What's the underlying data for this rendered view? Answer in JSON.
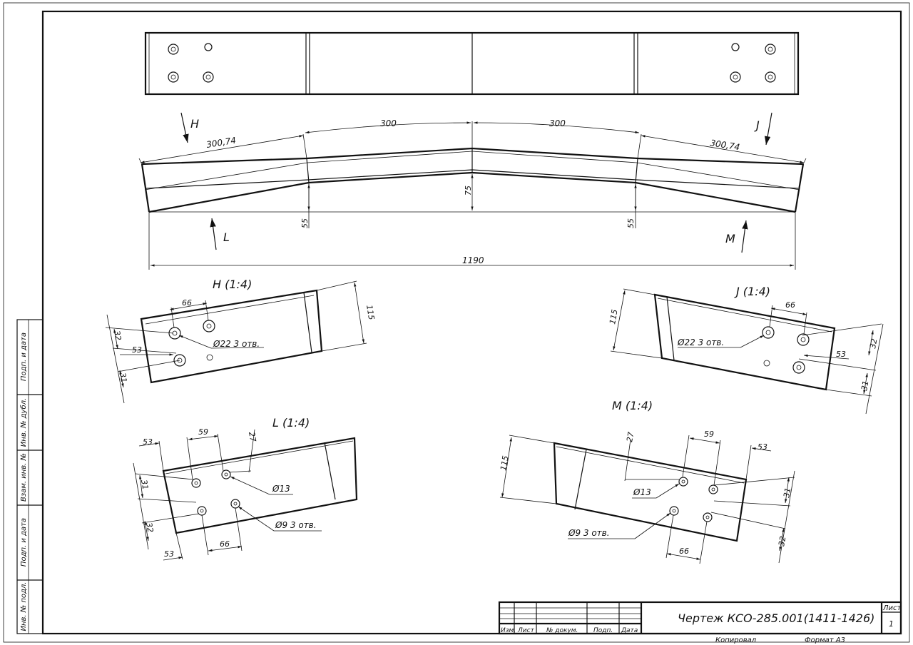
{
  "title_block": {
    "drawing_title": "Чертеж КСО-285.001(1411-1426)",
    "sheet_label": "Лист",
    "sheet_number": "1",
    "col_izm": "Изм.",
    "col_list": "Лист",
    "col_doc": "№ докум.",
    "col_sign": "Подп.",
    "col_date": "Дата",
    "copied": "Копировал",
    "format": "Формат А3"
  },
  "side_stamp": {
    "cells": [
      "Подп. и дата",
      "Инв. № дубл.",
      "Взам. инв. №",
      "Подп. и дата",
      "Инв. № подл."
    ]
  },
  "main_view": {
    "dims": {
      "seg_left": "300,74",
      "seg_center_left": "300",
      "seg_center_right": "300",
      "seg_right": "300,74",
      "height_left": "55",
      "height_center": "75",
      "height_right": "55",
      "overall": "1190"
    },
    "arrows": {
      "h": "H",
      "j": "J",
      "l": "L",
      "m": "M"
    }
  },
  "details": {
    "h": {
      "title": "H (1:4)",
      "d_66": "66",
      "d_115": "115",
      "d_32": "32",
      "d_53": "53",
      "d_31": "31",
      "hole_note": "Ø22 3 отв."
    },
    "j": {
      "title": "J (1:4)",
      "d_66": "66",
      "d_115": "115",
      "d_32": "32",
      "d_53": "53",
      "d_31": "31",
      "hole_note": "Ø22 3 отв."
    },
    "l": {
      "title": "L (1:4)",
      "d_53a": "53",
      "d_59": "59",
      "d_27": "27",
      "d_31": "31",
      "d_32": "32",
      "d_53b": "53",
      "d_66": "66",
      "note_13": "Ø13",
      "note_9": "Ø9 3 отв."
    },
    "m": {
      "title": "M (1:4)",
      "d_27": "27",
      "d_59": "59",
      "d_53": "53",
      "d_115": "115",
      "d_31": "31",
      "d_32": "32",
      "d_66": "66",
      "note_13": "Ø13",
      "note_9": "Ø9 3 отв."
    }
  }
}
